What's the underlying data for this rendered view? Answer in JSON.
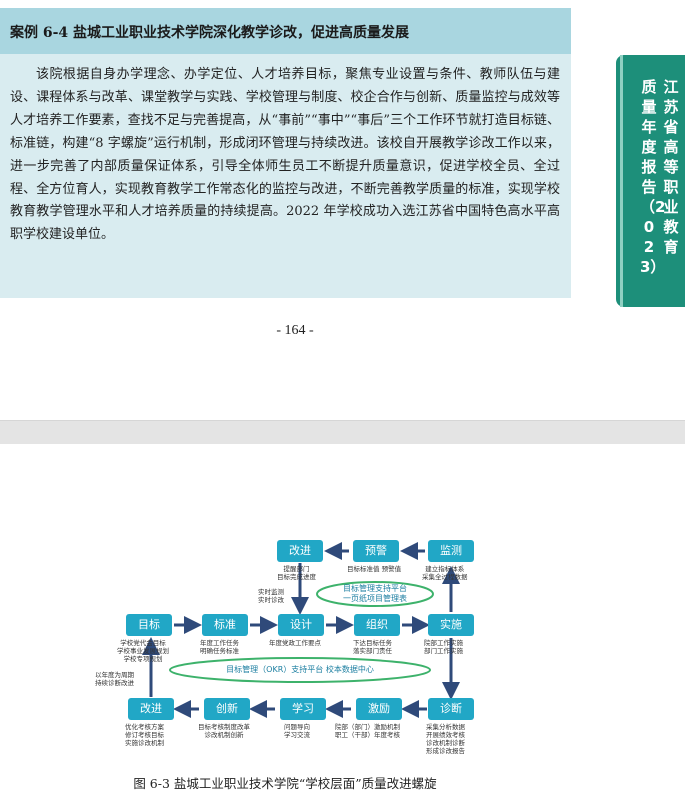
{
  "case": {
    "title": "案例 6-4  盐城工业职业技术学院深化教学诊改，促进高质量发展",
    "body": "该院根据自身办学理念、办学定位、人才培养目标，聚焦专业设置与条件、教师队伍与建设、课程体系与改革、课堂教学与实践、学校管理与制度、校企合作与创新、质量监控与成效等人才培养工作要素，查找不足与完善提高，从“事前”“事中”“事后”三个工作环节就打造目标链、标准链，构建“8 字螺旋”运行机制，形成闭环管理与持续改进。该校自开展教学诊改工作以来，进一步完善了内部质量保证体系，引导全体师生员工不断提升质量意识，促进学校全员、全过程、全方位育人，实现教育教学工作常态化的监控与改进，不断完善教学质量的标准，实现学校教育教学管理水平和人才培养质量的持续提高。2022 年学校成功入选江苏省中国特色高水平高职学校建设单位。"
  },
  "page_number": "- 164 -",
  "side_tab": {
    "col1": "江苏省高等职业教育",
    "col2": "质量年度报告（2023）"
  },
  "diagram": {
    "nodes": {
      "gaijin_top": "改进",
      "yujing": "预警",
      "jiance": "监测",
      "mubiao": "目标",
      "biaozhun": "标准",
      "sheji": "设计",
      "zuzhi": "组织",
      "shishi": "实施",
      "gaijin_bot": "改进",
      "chuangxin": "创新",
      "xuexi": "学习",
      "jili": "激励",
      "zhenduan": "诊断"
    },
    "ann": {
      "tixing": "提醒部门\n目标完成进度",
      "biaozhunzhi": "目标标准值 预警值",
      "jianli": "建立指标体系\n采集全过程数据",
      "shishi_jiance": "实时监测\n实时诊改",
      "mubiao_note": "学校党代会目标\n学校事业发展规划\n学校专项规划",
      "biaozhun_note": "年度工作任务\n明确任务标准",
      "sheji_note": "年度党政工作要点",
      "zuzhi_note": "下达目标任务\n落实部门责任",
      "shishi_note": "院部工作实施\n部门工作实施",
      "zhouqi": "以年度为周期\n持续诊断改进",
      "gaijin_note": "优化考核方案\n修订考核目标\n实施诊改机制",
      "chuangxin_note": "目标考核制度改革\n诊改机制创新",
      "xuexi_note": "问题导向\n学习交流",
      "jili_note": "院部（部门）激励机制\n职工（干部）年度考核",
      "zhenduan_note": "采集分析数据\n开展绩效考核\n诊改机制诊断\n形成诊改报告"
    },
    "ellipse_top": "目标管理支持平台\n一页纸项目管理表",
    "ellipse_mid": "目标管理（OKR）支持平台 校本数据中心"
  },
  "caption": "图 6-3  盐城工业职业技术学院“学校层面”质量改进螺旋",
  "colors": {
    "node": "#21a7c6",
    "arrow": "#2f4a7a",
    "ellipse": "#3db26b",
    "tab": "#1d8f7a"
  }
}
